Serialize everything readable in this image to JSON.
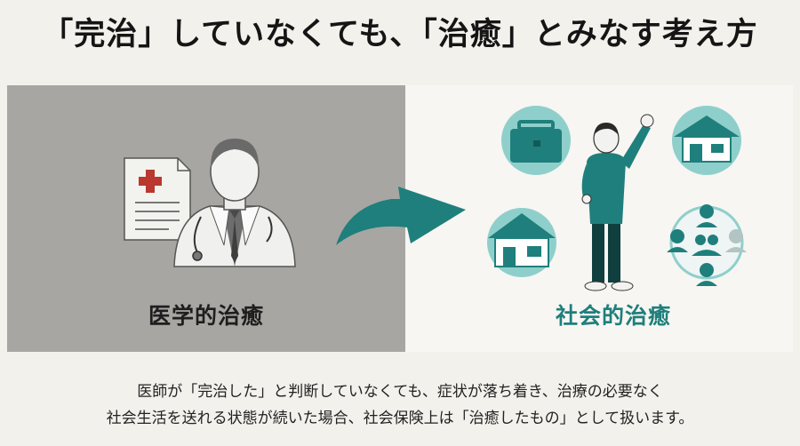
{
  "title": "「完治」していなくても、「治癒」とみなす考え方",
  "left": {
    "label": "医学的治癒"
  },
  "right": {
    "label": "社会的治癒"
  },
  "description": {
    "line1": "医師が「完治した」と判断していなくても、症状が落ち着き、治療の必要なく",
    "line2": "社会生活を送れる状態が続いた場合、社会保険上は「治癒したもの」として扱います。"
  },
  "icons": [
    "document-icon",
    "doctor-icon",
    "arrow-icon",
    "briefcase-icon",
    "house-icon",
    "person-icon",
    "group-icon"
  ],
  "colors": {
    "teal": "#1f7f7c",
    "teal_light": "#8fcfcb",
    "gray_panel": "#a7a6a2"
  }
}
